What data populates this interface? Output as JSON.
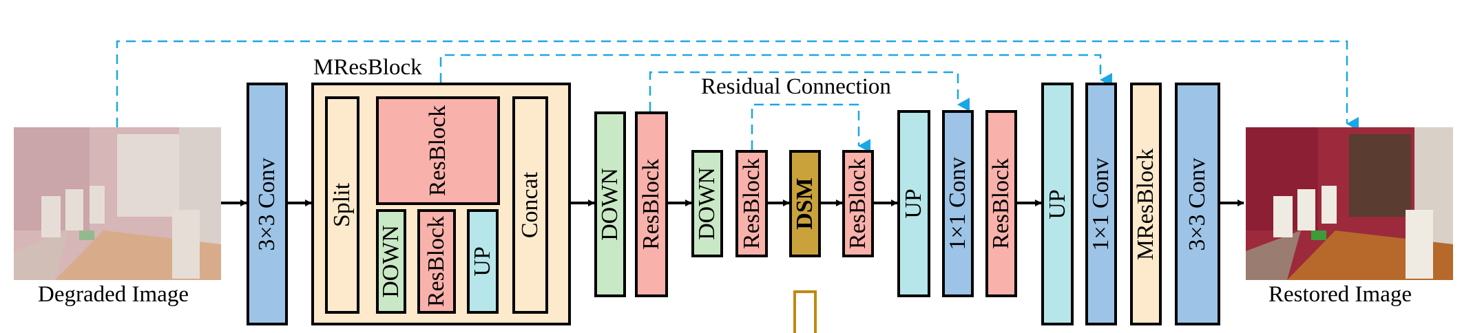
{
  "input_label": "Degraded Image",
  "output_label": "Restored Image",
  "mres_title": "MResBlock",
  "residual_label": "Residual Connection",
  "blocks": {
    "conv_in": "3×3 Conv",
    "split": "Split",
    "mres_resblock_top": "ResBlock",
    "mres_down": "DOWN",
    "mres_resblock_bottom": "ResBlock",
    "mres_up": "UP",
    "concat": "Concat",
    "down1": "DOWN",
    "resblock1": "ResBlock",
    "down2": "DOWN",
    "resblock2": "ResBlock",
    "dsm": "DSM",
    "resblock3": "ResBlock",
    "up1": "UP",
    "conv1x1_a": "1×1 Conv",
    "resblock4": "ResBlock",
    "up2": "UP",
    "conv1x1_b": "1×1 Conv",
    "mresblock_out": "MResBlock",
    "conv_out": "3×3 Conv"
  },
  "colors": {
    "conv": "#9dc3e6",
    "peach": "#fde9cc",
    "resblock": "#f8b1ab",
    "down": "#c9e8c5",
    "up": "#b6e6e9",
    "dsm": "#c9a23c",
    "skip": "#1aa7e5",
    "dsm_outline": "#c08a10"
  }
}
